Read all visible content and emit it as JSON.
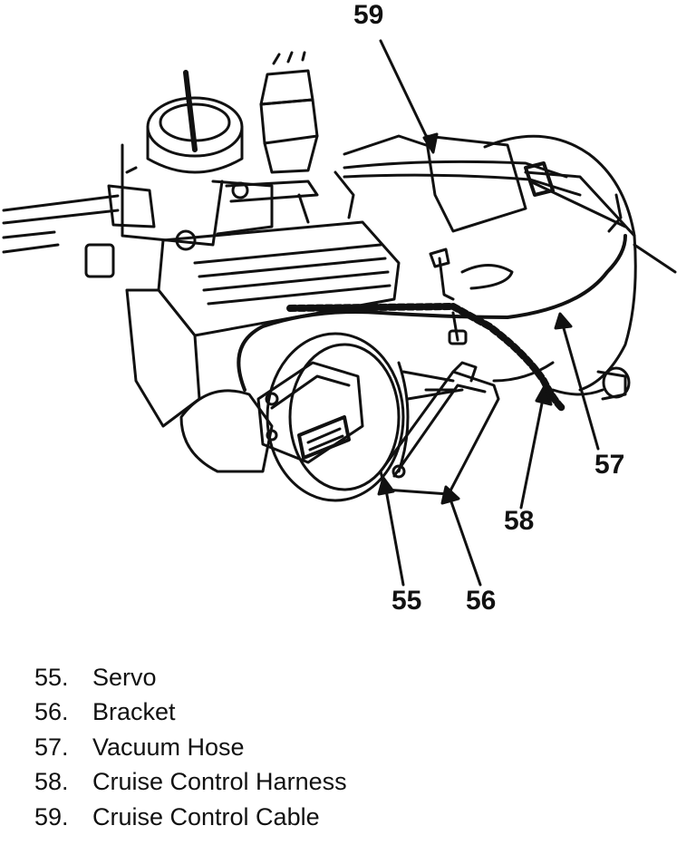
{
  "callouts": [
    {
      "id": "55",
      "label": "55"
    },
    {
      "id": "56",
      "label": "56"
    },
    {
      "id": "57",
      "label": "57"
    },
    {
      "id": "58",
      "label": "58"
    },
    {
      "id": "59",
      "label": "59"
    }
  ],
  "legend": [
    {
      "number": "55.",
      "text": "Servo"
    },
    {
      "number": "56.",
      "text": "Bracket"
    },
    {
      "number": "57.",
      "text": "Vacuum Hose"
    },
    {
      "number": "58.",
      "text": "Cruise Control Harness"
    },
    {
      "number": "59.",
      "text": "Cruise Control Cable"
    }
  ]
}
